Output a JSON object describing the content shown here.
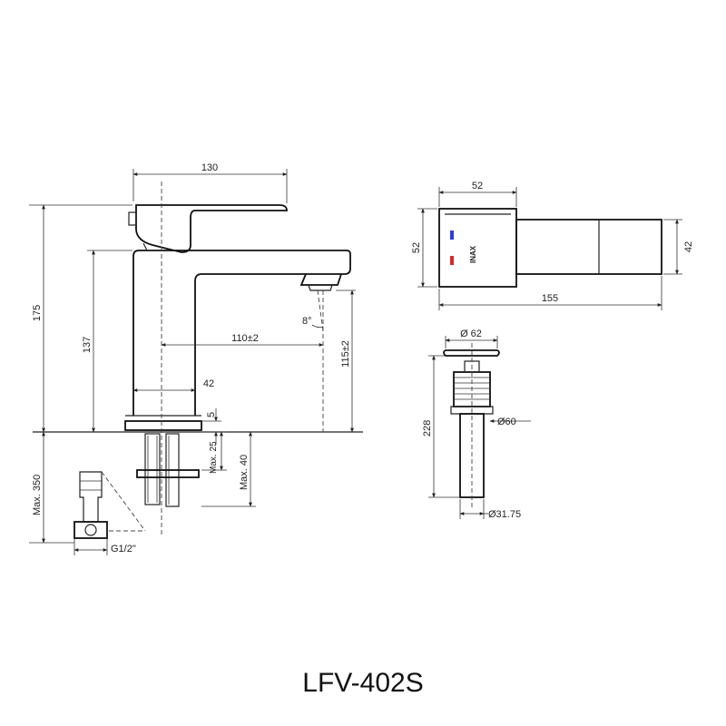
{
  "model": "LFV-402S",
  "logo_text": "INAX",
  "colors": {
    "hot": "#d62a2a",
    "cold": "#2a3fd6",
    "line": "#222222"
  },
  "dimensions": {
    "side_width": "130",
    "total_height": "175",
    "spout_height": "137",
    "reach": "110±2",
    "spout_clearance": "115±2",
    "angle": "8°",
    "base_width": "42",
    "base_thickness": "5",
    "max_25": "Max. 25",
    "max_40": "Max. 40",
    "max_350": "Max. 350",
    "thread": "G1/2\"",
    "top_width": "52",
    "top_depth": "52",
    "top_length": "155",
    "top_end": "42",
    "drain_dia": "Ø 62",
    "drain_length": "228",
    "drain_body_dia": "Ø60",
    "drain_pipe_dia": "Ø31.75"
  }
}
